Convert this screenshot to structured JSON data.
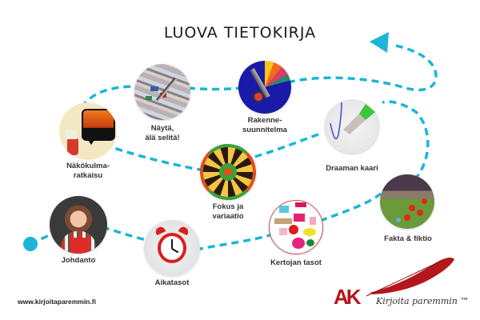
{
  "title": "LUOVA TIETOKIRJA",
  "colors": {
    "path": "#1bb6d6",
    "brand_red": "#b3171c",
    "text": "#333333"
  },
  "nodes": [
    {
      "id": "johdanto",
      "label": "Johdanto",
      "image": "woman-portrait"
    },
    {
      "id": "aikatasot",
      "label": "Aikatasot",
      "image": "alarm-clock"
    },
    {
      "id": "nakokulma",
      "label": "Näkökulma-\nratkaisu",
      "label_line1": "Näkökulma-",
      "label_line2": "ratkaisu",
      "image": "speech-bubble-sunset"
    },
    {
      "id": "nayta",
      "label_line1": "Näytä,",
      "label_line2": "älä selitä!",
      "image": "puzzle-tweezers"
    },
    {
      "id": "fokus",
      "label_line1": "Fokus ja",
      "label_line2": "variaatio",
      "image": "dartboard"
    },
    {
      "id": "rakenne",
      "label_line1": "Rakenne-",
      "label_line2": "suunnitelma",
      "image": "colorful-scissors"
    },
    {
      "id": "kertojan",
      "label": "Kertojan tasot",
      "image": "speech-bubbles-colorful"
    },
    {
      "id": "draaman",
      "label": "Draaman kaari",
      "image": "pen-drawing"
    },
    {
      "id": "fakta",
      "label": "Fakta & fiktio",
      "image": "poppy-field-fantasy"
    }
  ],
  "footer": {
    "url": "www.kirjoitaparemmin.fi",
    "logo_letters": "AK",
    "brand": "Kirjoita paremmin ™"
  }
}
